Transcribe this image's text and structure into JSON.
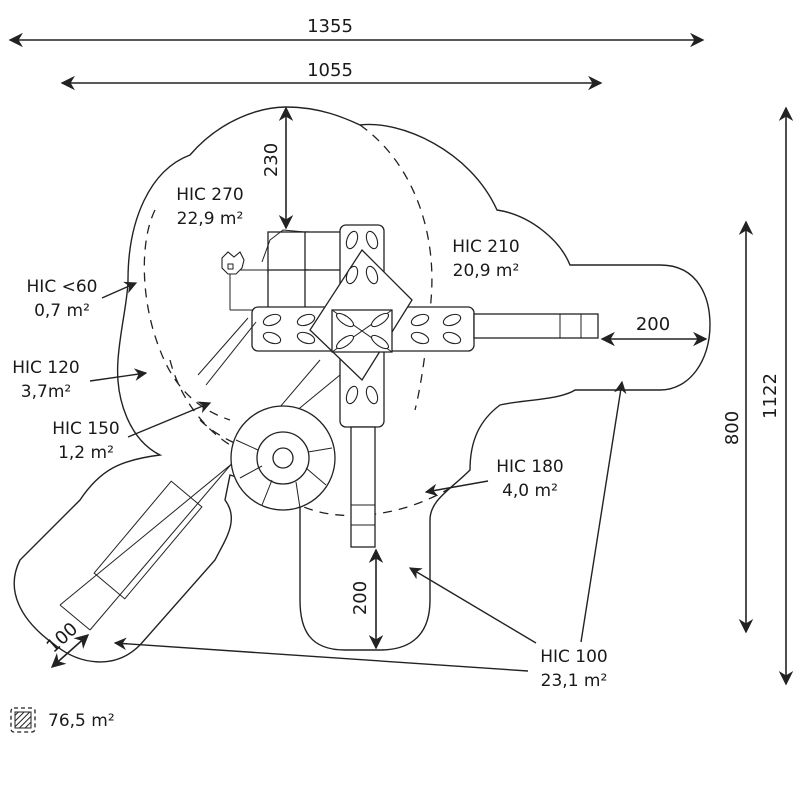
{
  "dimensions": {
    "overall_width": "1355",
    "structure_width": "1055",
    "overall_height": "1122",
    "structure_height": "800",
    "top_clearance": "230",
    "right_slide_clearance": "200",
    "bottom_slide_clearance": "200",
    "diagonal_slide_clearance": "100"
  },
  "zones": [
    {
      "hic": "HIC 270",
      "area": "22,9 m²"
    },
    {
      "hic": "HIC 210",
      "area": "20,9 m²"
    },
    {
      "hic": "HIC <60",
      "area": "0,7 m²"
    },
    {
      "hic": "HIC 120",
      "area": "3,7m²"
    },
    {
      "hic": "HIC 150",
      "area": "1,2 m²"
    },
    {
      "hic": "HIC 180",
      "area": "4,0 m²"
    },
    {
      "hic": "HIC 100",
      "area": "23,1 m²"
    }
  ],
  "legend": {
    "icon": "hatched-area-icon",
    "total_area": "76,5 m²"
  }
}
